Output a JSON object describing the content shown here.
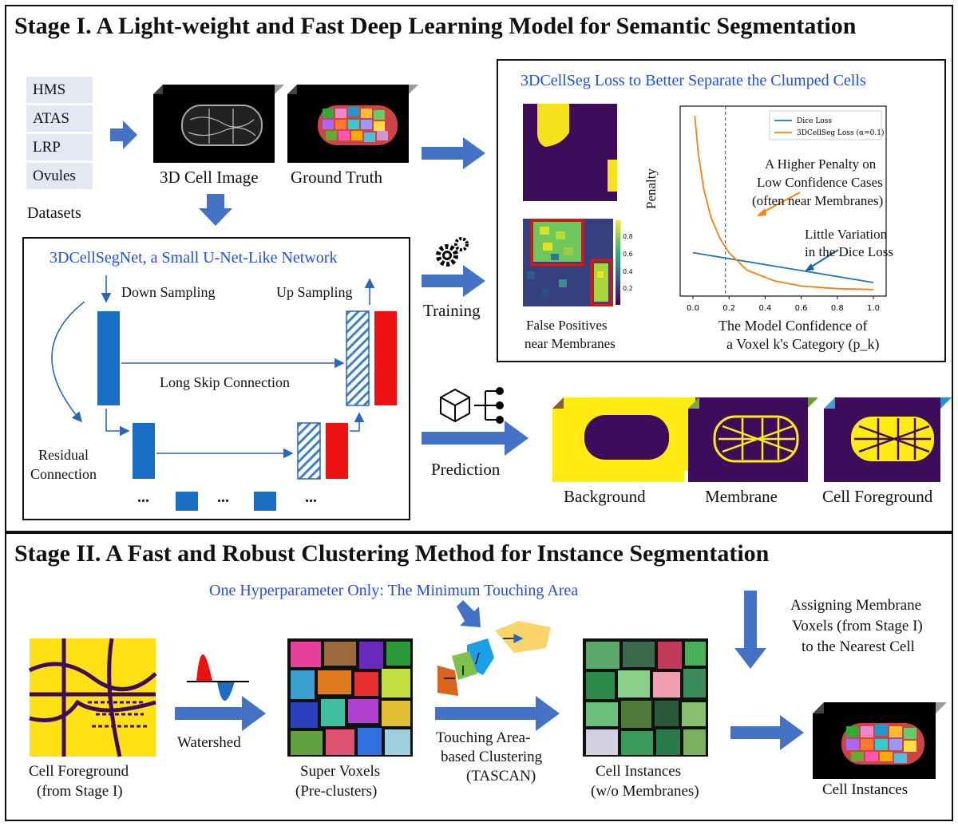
{
  "stage1": {
    "title": "Stage I. A Light-weight and Fast Deep Learning Model for Semantic Segmentation",
    "datasets": [
      "HMS",
      "ATAS",
      "LRP",
      "Ovules"
    ],
    "datasets_label": "Datasets",
    "cell_image_label": "3D Cell Image",
    "ground_truth_label": "Ground Truth",
    "net_title": "3DCellSegNet, a Small U-Net-Like Network",
    "down_sampling": "Down Sampling",
    "up_sampling": "Up Sampling",
    "long_skip": "Long Skip Connection",
    "residual_1": "Residual",
    "residual_2": "Connection",
    "ellipsis": "...",
    "training_label": "Training",
    "prediction_label": "Prediction",
    "loss_title": "3DCellSeg Loss to Better Separate the Clumped Cells",
    "fp_label_1": "False Positives",
    "fp_label_2": "near Membranes",
    "colorbar_ticks": [
      "0.8",
      "0.6",
      "0.4",
      "0.2"
    ],
    "penalty_note_1": "A Higher Penalty on",
    "penalty_note_2": "Low Confidence Cases",
    "penalty_note_3": "(often near Membranes)",
    "dice_note_1": "Little Variation",
    "dice_note_2": "in the Dice Loss",
    "outputs": [
      "Background",
      "Membrane",
      "Cell Foreground"
    ]
  },
  "stage2": {
    "title": "Stage II. A Fast and Robust Clustering Method for Instance Segmentation",
    "hyperparam": "One Hyperparameter Only: The Minimum Touching Area",
    "assign_1": "Assigning Membrane",
    "assign_2": "Voxels (from Stage I)",
    "assign_3": "to the Nearest Cell",
    "watershed": "Watershed",
    "tascan_1": "Touching Area-",
    "tascan_2": "based Clustering",
    "tascan_3": "(TASCAN)",
    "fg_1": "Cell Foreground",
    "fg_2": "(from Stage I)",
    "sv_1": "Super Voxels",
    "sv_2": "(Pre-clusters)",
    "ci_1": "Cell Instances",
    "ci_2": "(w/o Membranes)",
    "final": "Cell Instances"
  },
  "chart_data": {
    "type": "line",
    "title": "",
    "xlabel_1": "The Model Confidence of",
    "xlabel_2": "a Voxel k's Category (p_k)",
    "ylabel": "Penalty",
    "xlim": [
      0.0,
      1.0
    ],
    "xticks": [
      "0.0",
      "0.2",
      "0.4",
      "0.6",
      "0.8",
      "1.0"
    ],
    "vline_x": 0.18,
    "legend_position": "top-right",
    "series": [
      {
        "name": "Dice Loss",
        "color": "#1f77b4",
        "x": [
          0.0,
          1.0
        ],
        "y": [
          0.22,
          0.05
        ]
      },
      {
        "name": "3DCellSeg Loss (α=0.1)",
        "color": "#ff7f0e",
        "x": [
          0.01,
          0.03,
          0.06,
          0.1,
          0.15,
          0.2,
          0.3,
          0.45,
          0.6,
          0.8,
          1.0
        ],
        "y": [
          1.0,
          0.78,
          0.58,
          0.42,
          0.3,
          0.22,
          0.12,
          0.06,
          0.03,
          0.015,
          0.01
        ]
      }
    ]
  },
  "colors": {
    "blue_arrow": "#4472c4",
    "net_blue": "#1a6fc4",
    "net_red": "#ee1111",
    "label_blue": "#1f4fe8"
  }
}
